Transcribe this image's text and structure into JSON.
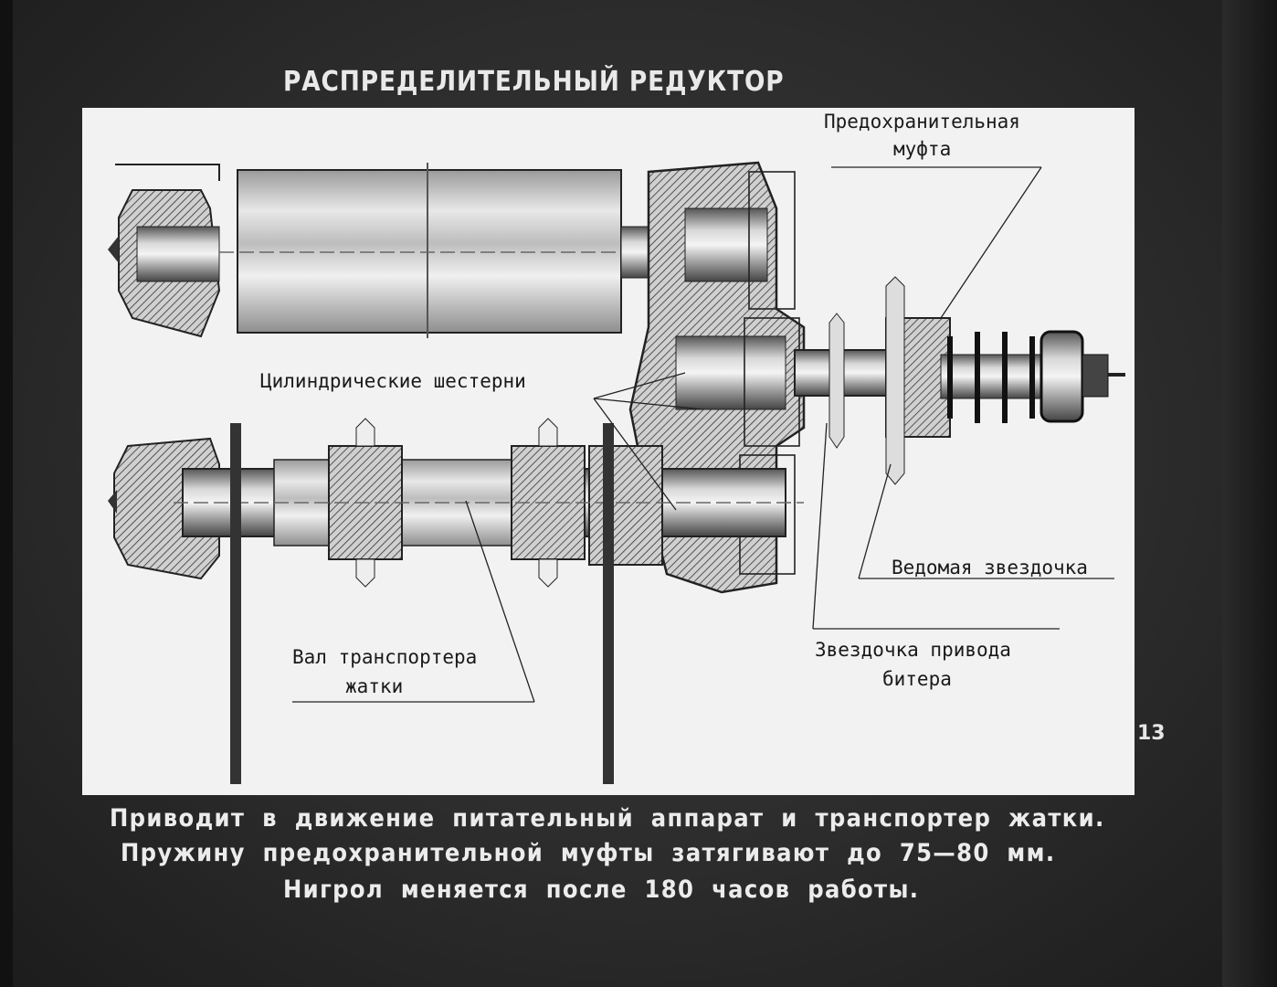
{
  "title": "РАСПРЕДЕЛИТЕЛЬНЫЙ РЕДУКТОР",
  "labels": {
    "safety_clutch": [
      "Предохранительная",
      "муфта"
    ],
    "cylindrical_gears": "Цилиндрические шестерни",
    "driven_sprocket": "Ведомая звездочка",
    "beater_sprocket": [
      "Звездочка привода",
      "битера"
    ],
    "conveyor_shaft": [
      "Вал транспортера",
      "жатки"
    ]
  },
  "page_number": "13",
  "caption": [
    "Приводит в движение питательный аппарат и транспортер жатки.",
    "Пружину предохранительной муфты затягивают до 75—80 мм.",
    "Нигрол меняется после 180 часов работы."
  ]
}
